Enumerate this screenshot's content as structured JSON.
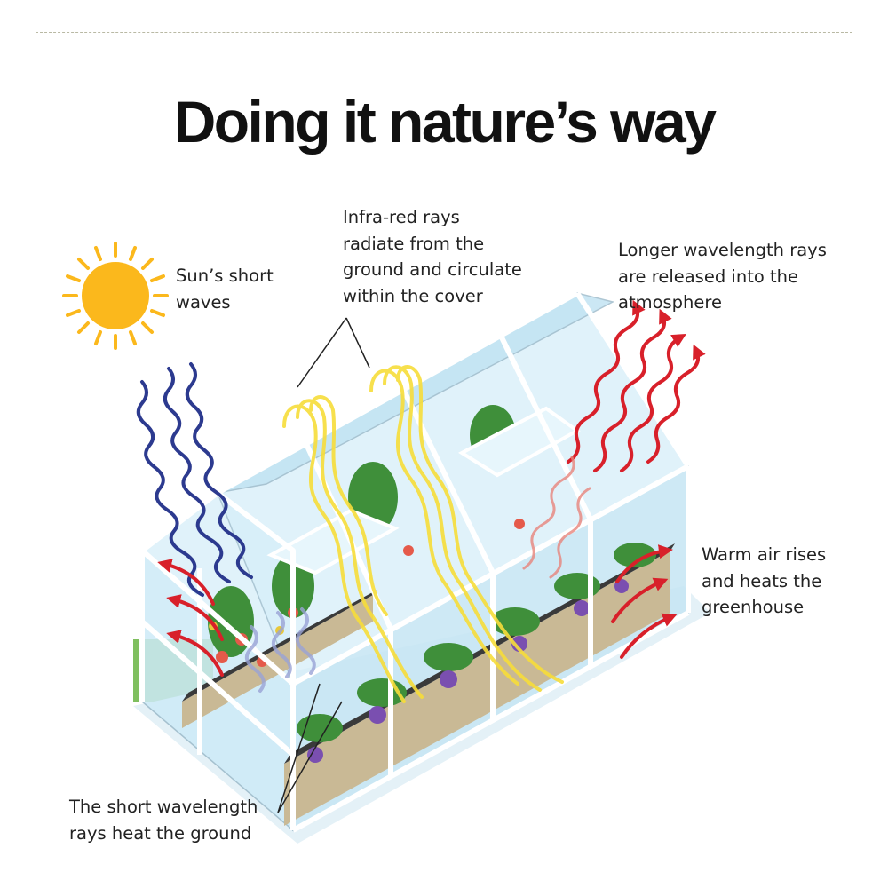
{
  "title": "Doing it nature’s way",
  "labels": {
    "sun": "Sun’s short\nwaves",
    "infrared": "Infra-red rays\nradiate from the\nground and circulate\nwithin the cover",
    "longer": "Longer wavelength rays\nare released into the\natmosphere",
    "warm": "Warm air rises\nand heats the\ngreenhouse",
    "short": "The short wavelength\nrays heat the ground"
  },
  "colors": {
    "sun": "#fbb81c",
    "short_wave": "#2c3a8f",
    "infrared": "#f7dd3a",
    "longwave": "#d8202a",
    "glass": "#cdeaf7",
    "frame": "#ffffff",
    "frame_edge": "#9bb9c9",
    "planter": "#c9b995",
    "soil": "#3a3a3a"
  }
}
